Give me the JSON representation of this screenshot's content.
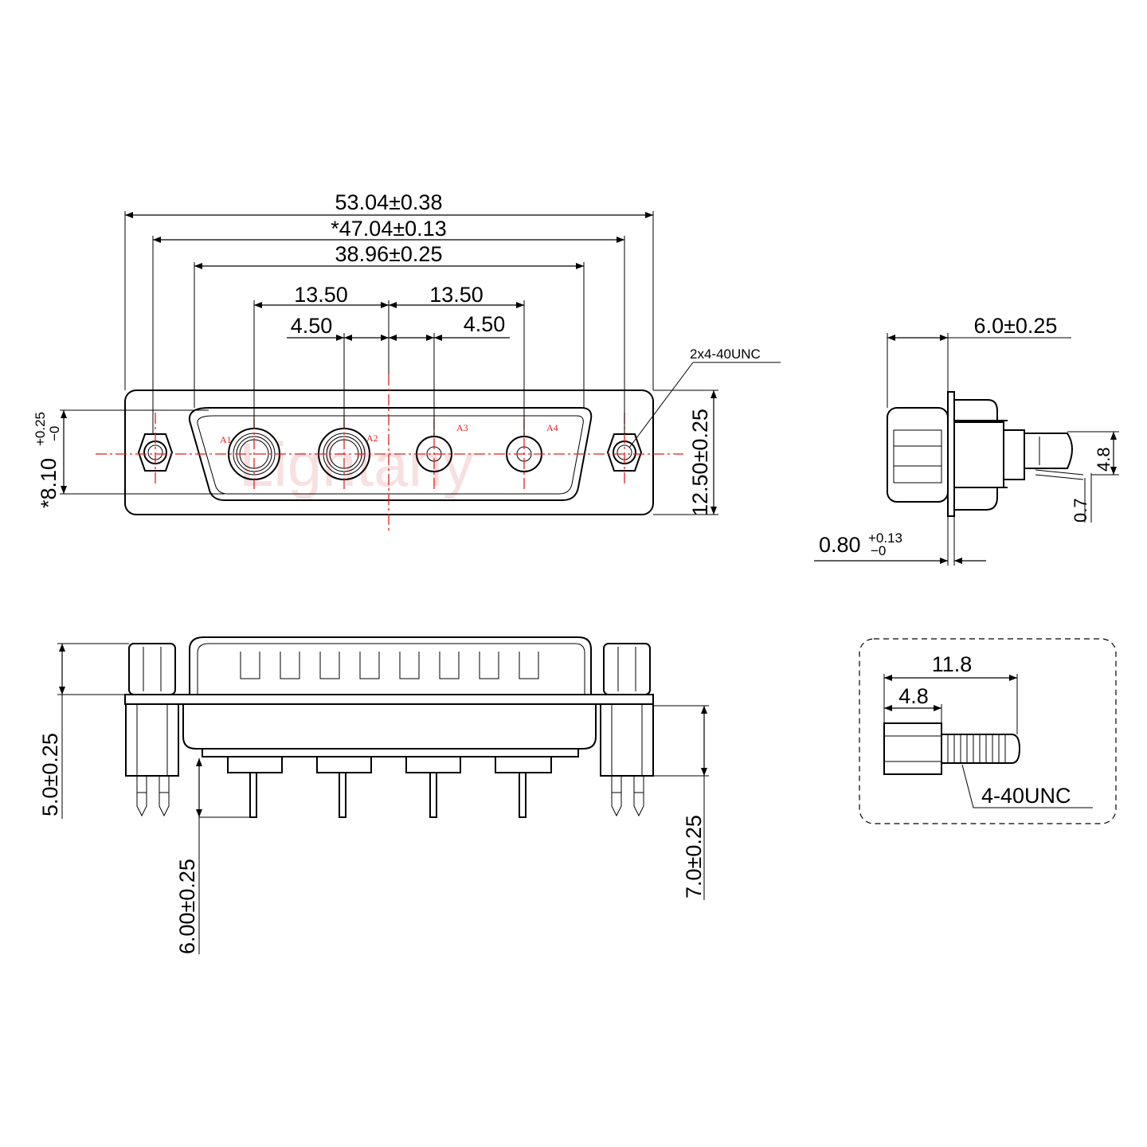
{
  "watermark": "Lightany",
  "front_view": {
    "dim_overall": "53.04±0.38",
    "dim_mount": "*47.04±0.13",
    "dim_shell": "38.96±0.25",
    "dim_pitch_left": "13.50",
    "dim_pitch_right": "13.50",
    "dim_small_left": "4.50",
    "dim_small_right": "4.50",
    "thread_callout": "2x4-40UNC",
    "dim_height_left": "*8.10",
    "dim_height_left_tol_upper": "+0.25",
    "dim_height_left_tol_lower": "−0",
    "dim_height_right": "12.50±0.25",
    "pin_labels": [
      "A1",
      "A2",
      "A3",
      "A4"
    ]
  },
  "side_view": {
    "dim_depth": "6.0±0.25",
    "dim_pin_height": "4.8",
    "dim_pin_thickness": "0.7",
    "dim_flange": "0.80",
    "dim_flange_tol_upper": "+0.13",
    "dim_flange_tol_lower": "−0"
  },
  "bottom_view": {
    "dim_hex_height": "5.0±0.25",
    "dim_pin_length": "6.00±0.25",
    "dim_board_pin": "7.0±0.25"
  },
  "screw_detail": {
    "dim_total": "11.8",
    "dim_hex": "4.8",
    "thread_label": "4-40UNC"
  }
}
